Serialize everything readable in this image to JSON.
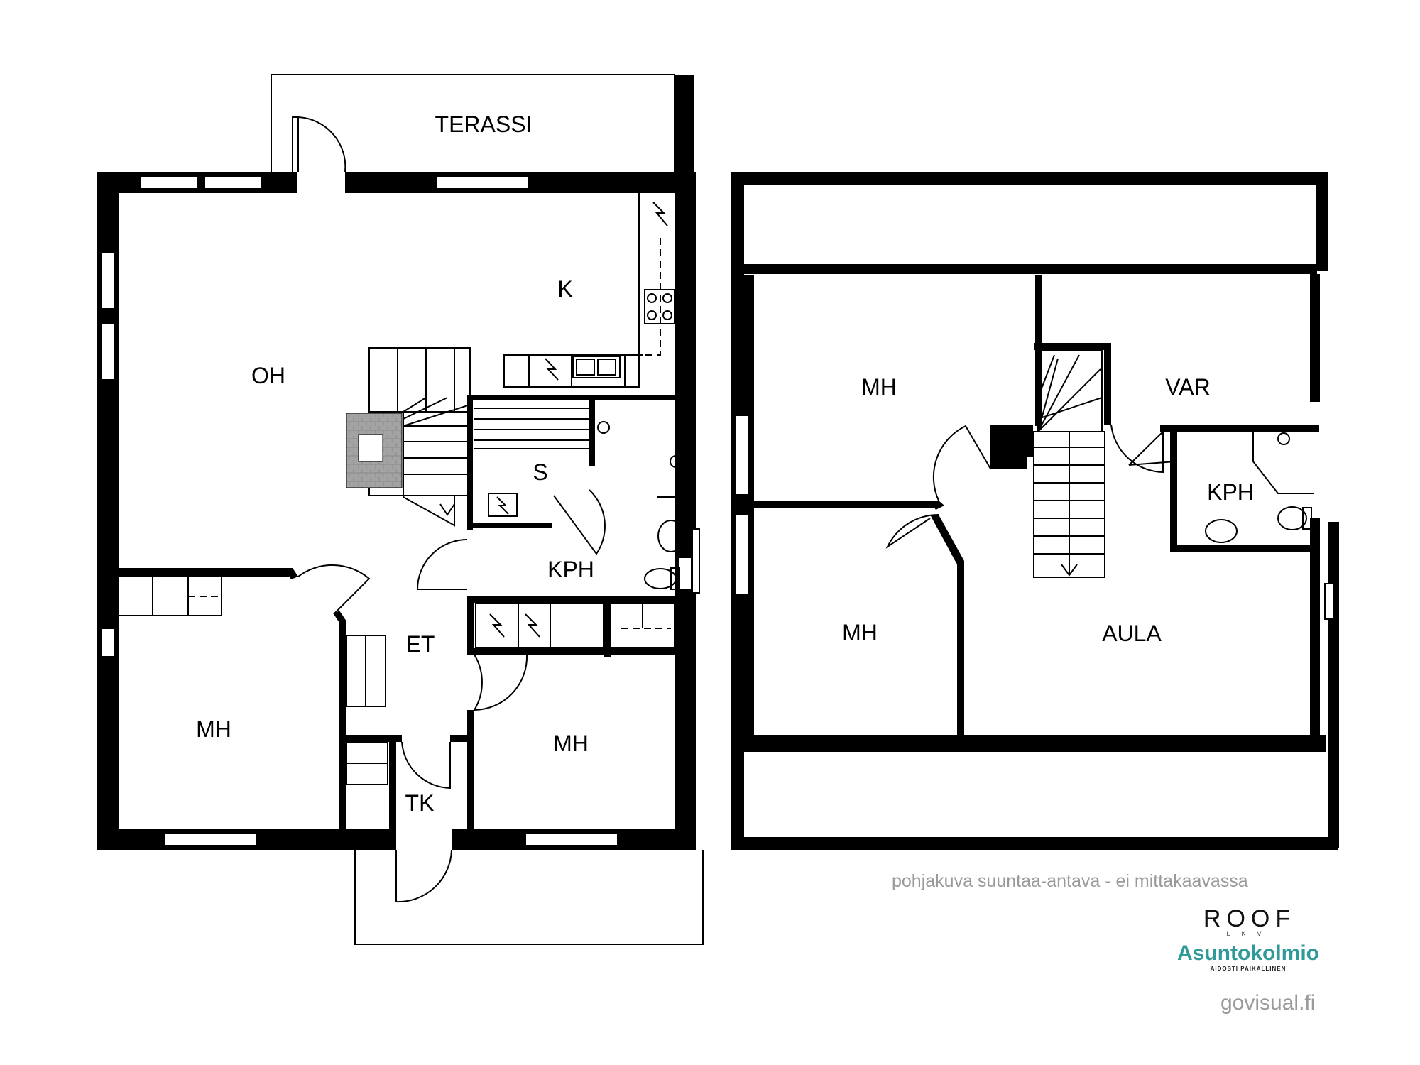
{
  "ground_floor": {
    "rooms": {
      "terrace": "TERASSI",
      "kitchen": "K",
      "living_room": "OH",
      "sauna": "S",
      "bathroom": "KPH",
      "entrance": "ET",
      "bedroom_west": "MH",
      "bedroom_east": "MH",
      "closet": "TK"
    }
  },
  "upper_floor": {
    "rooms": {
      "bedroom_north": "MH",
      "bedroom_south": "MH",
      "storage": "VAR",
      "bathroom": "KPH",
      "hall": "AULA"
    }
  },
  "footer": {
    "disclaimer": "pohjakuva suuntaa-antava - ei mittakaavassa",
    "roof_logo_name": "ROOF",
    "roof_logo_sub": "LKV",
    "brand_name": "Asuntokolmio",
    "brand_tagline": "AIDOSTI PAIKALLINEN",
    "credit": "govisual.fi"
  },
  "colors": {
    "wall": "#000000",
    "fireplace": "#9c9c9c",
    "brand": "#2f9a99",
    "caption": "#9a9a9a"
  }
}
